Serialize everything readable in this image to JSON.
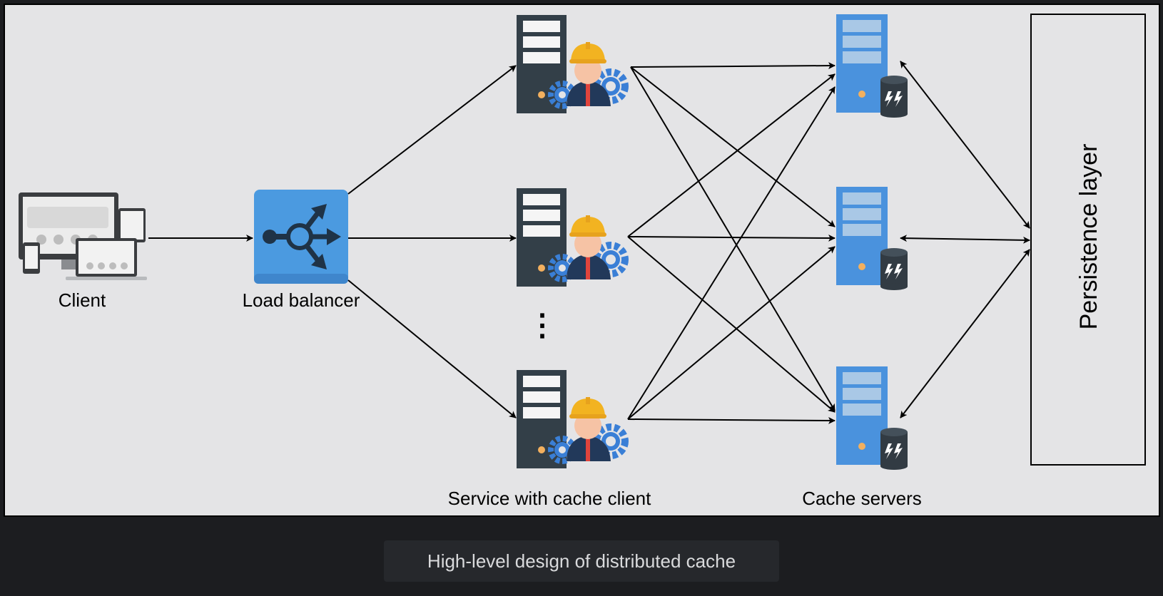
{
  "labels": {
    "client": "Client",
    "load_balancer": "Load balancer",
    "services": "Service with cache client",
    "cache_servers": "Cache servers",
    "persistence": "Persistence layer",
    "ellipsis": "⋮"
  },
  "caption": "High-level design of distributed cache",
  "colors": {
    "canvas": "#e4e4e6",
    "background": "#1c1d20",
    "caption_bg": "#26282c",
    "caption_text": "#d9dadc",
    "load_balancer": "#4b9ae0",
    "service_server": "#333f48",
    "cache_server": "#4a92dd",
    "helmet": "#f2b321",
    "gear": "#3a7fd6"
  },
  "icons": {
    "client": "multi-device-icon",
    "load_balancer": "load-balancer-icon",
    "service": "server-with-engineer-icon",
    "cache": "cache-server-with-database-icon"
  }
}
